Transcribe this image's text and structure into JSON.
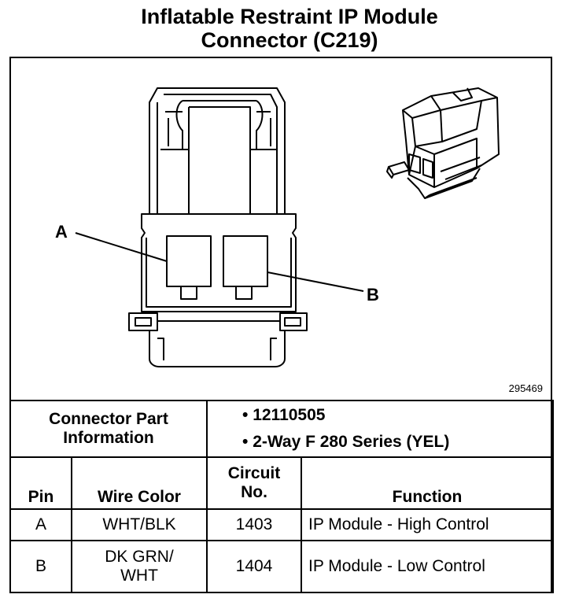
{
  "title": {
    "line1": "Inflatable Restraint IP Module",
    "line2": "Connector (C219)"
  },
  "drawing": {
    "image_id": "295469",
    "callouts": {
      "pin_a": "A",
      "pin_b": "B"
    }
  },
  "connector_info": {
    "header_line1": "Connector Part",
    "header_line2": "Information",
    "items": [
      "12110505",
      "2-Way F 280 Series (YEL)"
    ]
  },
  "table": {
    "headers": {
      "pin": "Pin",
      "wire_color": "Wire Color",
      "circuit_line1": "Circuit",
      "circuit_line2": "No.",
      "function": "Function"
    },
    "rows": [
      {
        "pin": "A",
        "wire_color_line1": "WHT/BLK",
        "wire_color_line2": "",
        "circuit": "1403",
        "function": "IP Module - High Control"
      },
      {
        "pin": "B",
        "wire_color_line1": "DK GRN/",
        "wire_color_line2": "WHT",
        "circuit": "1404",
        "function": "IP Module - Low Control"
      }
    ]
  }
}
